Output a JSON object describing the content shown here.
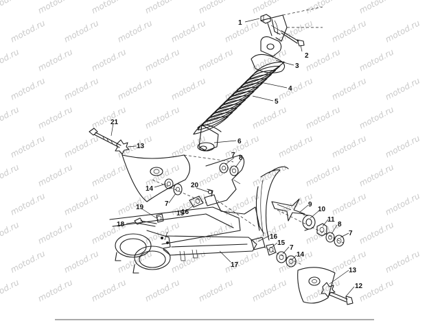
{
  "watermark": {
    "text": "motod.ru"
  },
  "callouts": {
    "c1": "1",
    "c2": "2",
    "c3": "3",
    "c4": "4",
    "c5": "5",
    "c6": "6",
    "c7a": "7",
    "c8a": "8",
    "c9": "9",
    "c10": "10",
    "c11": "11",
    "c8b": "8",
    "c7b": "7",
    "c12": "12",
    "c13a": "13",
    "c14a": "14",
    "c15a": "15",
    "c16a": "16",
    "c7c": "7",
    "c14b": "14",
    "c13b": "13",
    "c15b": "15",
    "c16b": "16",
    "c17": "17",
    "c18": "18",
    "c19": "19",
    "c20": "20",
    "c7d": "7",
    "c21": "21"
  },
  "colors": {
    "line": "#1a1a1a",
    "watermark": "#c9c9c9",
    "background": "#ffffff"
  }
}
